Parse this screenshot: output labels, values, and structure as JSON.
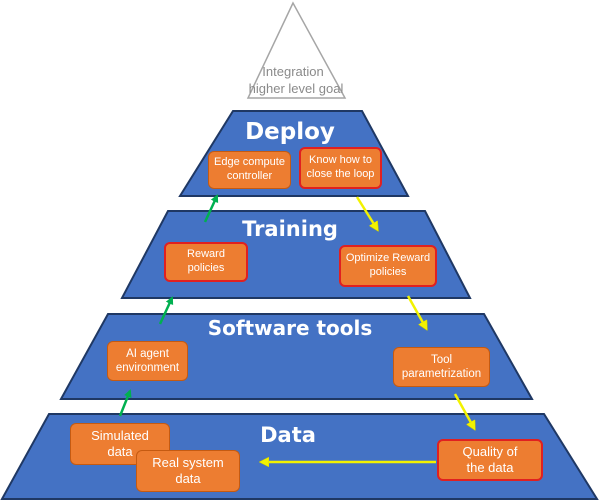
{
  "apex": {
    "line1": "Integration",
    "line2": "higher level goal"
  },
  "layers": {
    "deploy": "Deploy",
    "training": "Training",
    "software": "Software tools",
    "data": "Data"
  },
  "boxes": {
    "edge_compute": "Edge compute\ncontroller",
    "close_loop": "Know how to\nclose the loop",
    "reward_policies": "Reward\npolicies",
    "optimize_reward": "Optimize Reward\npolicies",
    "ai_agent": "AI agent\nenvironment",
    "tool_param": "Tool\nparametrization",
    "simulated_data": "Simulated\ndata",
    "real_system": "Real system\ndata",
    "quality_data": "Quality of\nthe data"
  },
  "colors": {
    "layer_fill": "#4472c4",
    "layer_border": "#1f3864",
    "box_fill": "#ed7d31",
    "box_border_red": "#e02020",
    "arrow_green": "#00b050",
    "arrow_yellow": "#f2f200",
    "apex_stroke": "#a6a6a6"
  }
}
